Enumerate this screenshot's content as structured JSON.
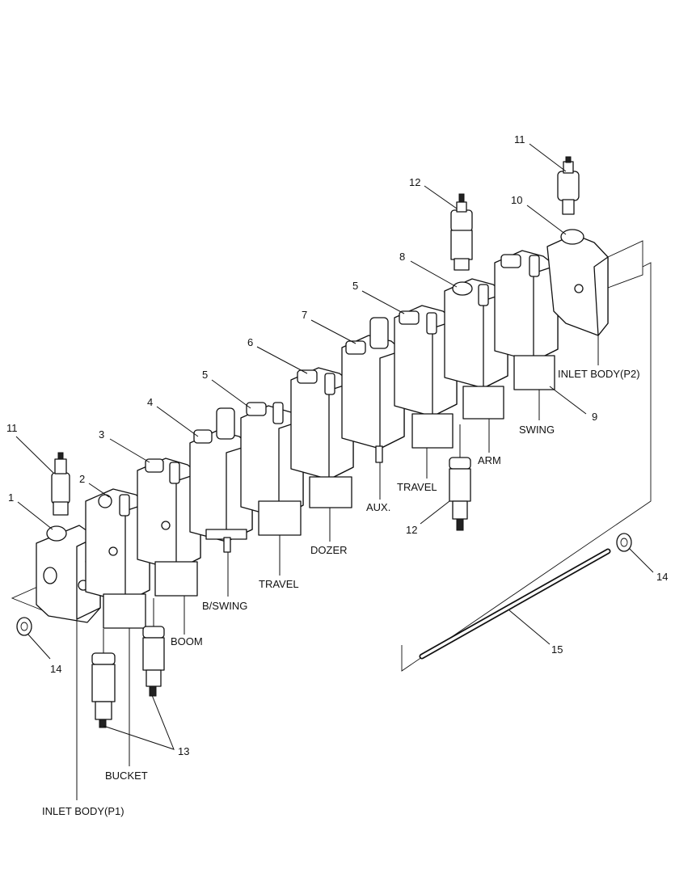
{
  "callouts": {
    "c1": "1",
    "c2": "2",
    "c3": "3",
    "c4": "4",
    "c5a": "5",
    "c5b": "5",
    "c6": "6",
    "c7": "7",
    "c8": "8",
    "c9": "9",
    "c10": "10",
    "c11a": "11",
    "c11b": "11",
    "c12a": "12",
    "c12b": "12",
    "c13": "13",
    "c14a": "14",
    "c14b": "14",
    "c15": "15"
  },
  "section_labels": {
    "inlet_p1": "INLET BODY(P1)",
    "inlet_p2": "INLET BODY(P2)",
    "bucket": "BUCKET",
    "boom": "BOOM",
    "b_swing": "B/SWING",
    "travel_1": "TRAVEL",
    "dozer": "DOZER",
    "aux": "AUX.",
    "travel_2": "TRAVEL",
    "arm": "ARM",
    "swing": "SWING"
  }
}
